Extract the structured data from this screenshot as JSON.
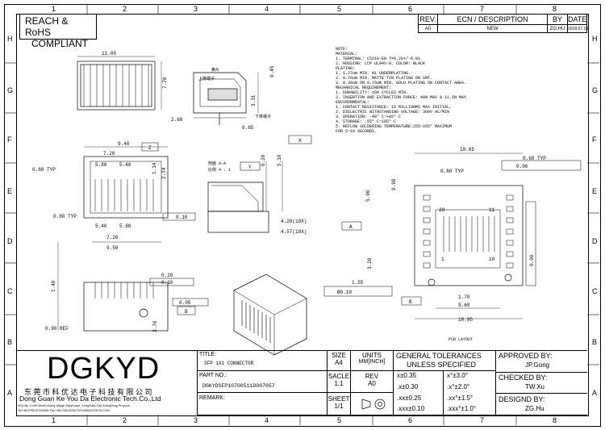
{
  "border": {
    "columns": [
      "1",
      "2",
      "3",
      "4",
      "5",
      "6",
      "7",
      "8"
    ],
    "rows": [
      "H",
      "G",
      "F",
      "E",
      "D",
      "C",
      "B",
      "A"
    ]
  },
  "compliance": {
    "line1": "REACH & RoHS",
    "line2": "COMPLIANT"
  },
  "revision_block": {
    "headers": [
      "REV.",
      "ECN / DESCRIPTION",
      "BY",
      "DATE"
    ],
    "row": [
      "A0",
      "NEW",
      "ZG.HU",
      "2018.07.10"
    ]
  },
  "notes": [
    "NOTE:",
    "MATERIAL:",
    "1. TERMINAL: C5210-EH T=0.20+/-0.01",
    "2. HOUSING: LCP UL94V-0, COLOR: BLACK",
    "PLATING:",
    "1. 1.27um MIN. Ni UNDERPLATING.",
    "2. 0.76um MIN. MATTE TIN PLATING ON SMT.",
    "3. 0.38um OR 0.76um MIN. GOLD PLATING ON CONTACT AREA.",
    "MECHANICAL REQUIREMENT:",
    "1. DURABILITY: 100 CYCLES MIN.",
    "2. INSERTION AND EXTRACTION FORCE: 40N MAX & 11.5N MAX",
    "ENVIRONMENTAL:",
    "1. CONTACT RESISTANCE: 15 MILLIOHMS MAX INITIAL.",
    "2. DIELECTRIC WITHSTANDING VOLTAGE: 300V AC/MIN",
    "3. OPERATION: -40° C~+85° C",
    "4. STORAGE: -55° C~105° C",
    "5. REFLOW SOLDERING TEMPERATURE:255~265° MAXIMUM",
    "   FOR 5~10 SECONDS."
  ],
  "dims": {
    "top_width": "11.00",
    "top_height": "7.70",
    "side_045": "0.45",
    "side_331": "3.31",
    "side_260": "2.60",
    "side_065": "0.65",
    "label_upper": "上排端子",
    "label_lower": "下排端子",
    "label_shell": "簧片",
    "front_940": "9.40",
    "front_720a": "7.20",
    "front_580a": "5.80",
    "front_540a": "5.40",
    "front_114": "1.14",
    "front_274": "2.74",
    "front_080typ": "0.80 TYP",
    "front_080typ2": "0.80 TYP",
    "front_540b": "5.40",
    "front_580b": "5.80",
    "front_720b": "7.20",
    "front_950": "9.50",
    "front_tol": "0.10",
    "datum_z": "Z",
    "datum_y": "Y",
    "datum_x": "X",
    "datum_a": "A",
    "datum_b": "B",
    "section_label": "剖面 A-A",
    "section_scale": "比例 4 : 1",
    "sec_020": "0.20",
    "sec_510": "5.10",
    "sec_428": "4.28(10X)",
    "sec_457": "4.57(10X)",
    "bottom_140": "1.40",
    "bottom_020": "0.20",
    "bottom_tol1": "0.10",
    "bottom_tol2": "0.05",
    "bottom_090ref": "0.90 REF",
    "bottom_370": "3.70",
    "pcb_1065": "10.65",
    "pcb_060typ": "0.60 TYP",
    "pcb_080typ": "0.80 TYP",
    "pcb_500": "5.00",
    "pcb_090": "0.90",
    "pcb_320": "3.20",
    "pcb_155": "1.55",
    "pcb_hole": "Ø0.10",
    "pcb_170": "1.70",
    "pcb_960": "9.60",
    "pcb_1095": "10.95",
    "pcb_tol006": "0.06",
    "pcb_pin1": "1",
    "pcb_pin10": "10",
    "pcb_pin11": "11",
    "pcb_pin20": "20",
    "pcb_layout": "PCB LAYOUT"
  },
  "title_block": {
    "logo": "DGKYD",
    "company_cn": "东 莞 市 科 优 达 电 子 科 技 有 限 公 司",
    "company_en": "Dong Guan Ke You Da Electronic Tech.Co.,Ltd",
    "address": "ADD:No.1 Lihe Street,Lihong Village,Gaopi town, DongGuan City,GuangDong Province",
    "contact": "Tel:+86-0769-87334608; Fax:+86-0769-87847129 WWW.DGKYD.COM",
    "title_label": "TITLE:",
    "title_value": "SFP 1X1 CONNECTOR",
    "size_label": "SIZE",
    "size_value": "A4",
    "units_label": "UNITS",
    "units_value": "MM[INCH]",
    "part_label": "PART NO.:",
    "part_value": "DGKYDSFP10700511D007057",
    "scale_label": "SACLE",
    "scale_value": "1:1",
    "rev_label": "REV",
    "rev_value": "A0",
    "remark_label": "REMARK:",
    "sheet_label": "SHEET",
    "sheet_value": "1/1",
    "tol_title1": "GENERAL TOLERANCES",
    "tol_title2": "UNLESS SPECIFIED",
    "tol": [
      [
        "x±0.35",
        "x°±3.0°"
      ],
      [
        ".x±0.30",
        ".x°±2.0°"
      ],
      [
        ".xx±0.25",
        ".xx°±1.5°"
      ],
      [
        ".xxx±0.10",
        ".xxx°±1.0°"
      ]
    ],
    "approved_label": "APPROVED BY:",
    "approved_value": "JP.Gong",
    "checked_label": "CHECKED BY:",
    "checked_value": "TW.Xu",
    "design_label": "DESIGND BY:",
    "design_value": "ZG.Hu"
  }
}
